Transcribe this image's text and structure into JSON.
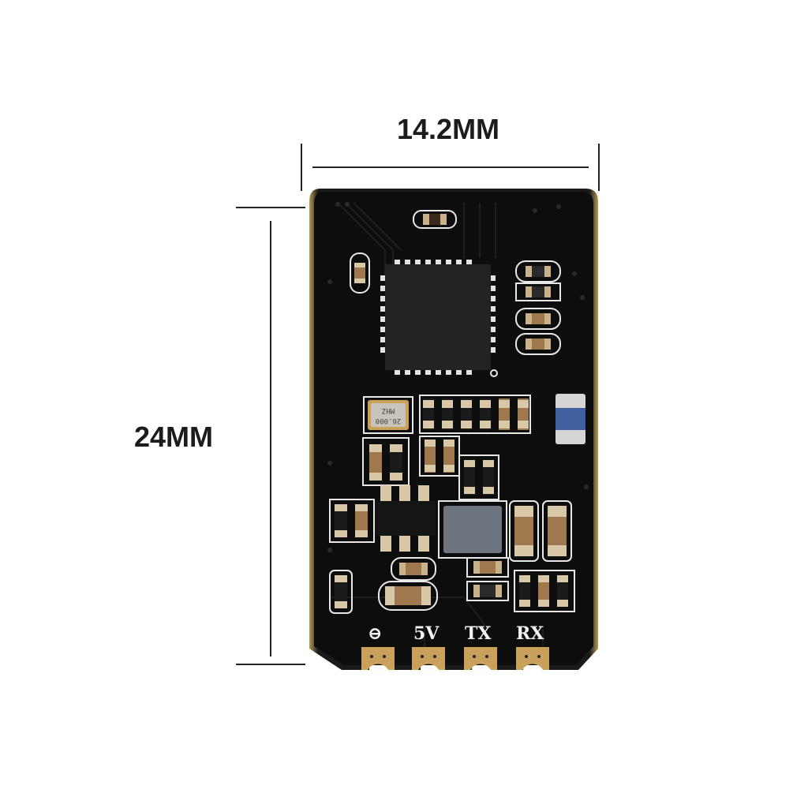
{
  "dimensions": {
    "width_label": "14.2MM",
    "height_label": "24MM"
  },
  "board": {
    "crystal_text": [
      "MHZ",
      "26.000"
    ],
    "pads": [
      {
        "label": "⊖",
        "name": "ground"
      },
      {
        "label": "5V",
        "name": "5v"
      },
      {
        "label": "TX",
        "name": "tx"
      },
      {
        "label": "RX",
        "name": "rx"
      }
    ],
    "colors": {
      "pcb": "#0d0d0d",
      "silkscreen": "#e8e8e8",
      "gold_pad": "#c9a15a",
      "chip": "#232323",
      "shield": "#6e7580",
      "edge": "#b59a55"
    }
  }
}
